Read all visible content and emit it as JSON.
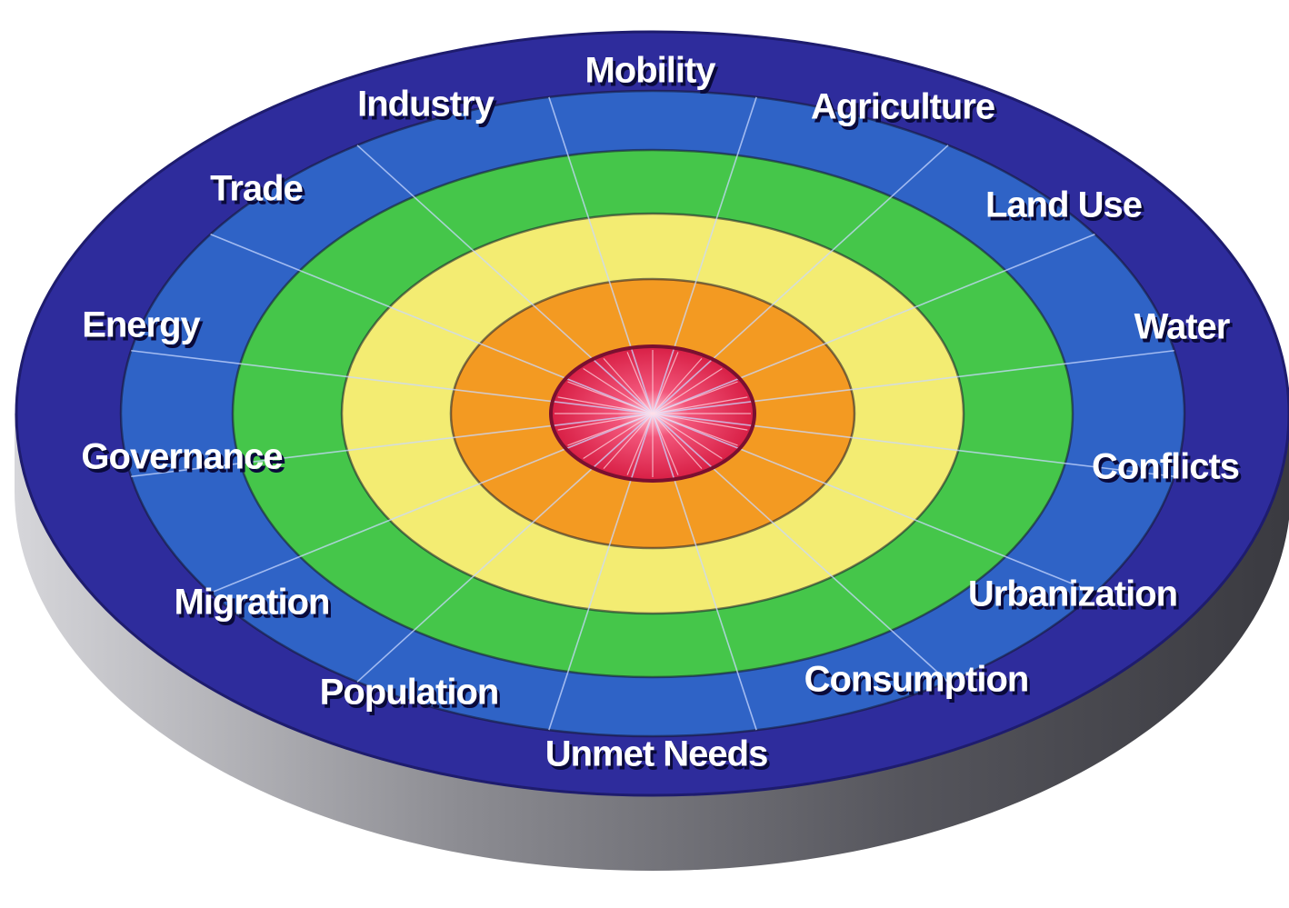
{
  "diagram": {
    "rings": [
      {
        "name": "outer-ring",
        "color": "#2e2c9c"
      },
      {
        "name": "blue-ring",
        "color": "#2f63c6"
      },
      {
        "name": "green-ring",
        "color": "#45c64a"
      },
      {
        "name": "yellow-ring",
        "color": "#f3ec72"
      },
      {
        "name": "orange-ring",
        "color": "#f39a22"
      },
      {
        "name": "red-center",
        "color": "#e52a4f"
      }
    ],
    "base_color": "#8f8f96",
    "spoke_color": "#c9d8ff",
    "labels": [
      "Mobility",
      "Agriculture",
      "Land Use",
      "Water",
      "Conflicts",
      "Urbanization",
      "Consumption",
      "Unmet Needs",
      "Population",
      "Migration",
      "Governance",
      "Energy",
      "Trade",
      "Industry"
    ]
  }
}
